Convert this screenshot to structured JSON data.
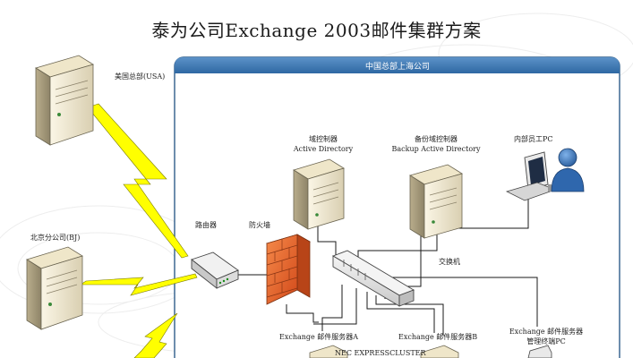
{
  "title": "泰为公司Exchange 2003邮件集群方案",
  "hq": {
    "title": "中国总部上海公司"
  },
  "nodes": {
    "usa_server": "美国总部(USA)",
    "bj_server": "北京分公司(BJ)",
    "router": "路由器",
    "firewall": "防火墙",
    "dc_title": "域控制器",
    "dc_sub": "Active Directory",
    "backup_dc_title": "备份域控制器",
    "backup_dc_sub": "Backup Active Directory",
    "pc": "内部员工PC",
    "switch": "交换机",
    "server_a": "Exchange 邮件服务器A",
    "server_b": "Exchange 邮件服务器B",
    "mgmt_line1": "Exchange 邮件服务器",
    "mgmt_line2": "管理终端PC",
    "cluster": "NEC EXPRESSCLUSTER"
  },
  "colors": {
    "hq_border": "#2f5d8a",
    "hq_header": "#3b78b4",
    "lightning": "#ffff00",
    "firewall": "#e8622a",
    "server_body": "#f2ead2"
  }
}
